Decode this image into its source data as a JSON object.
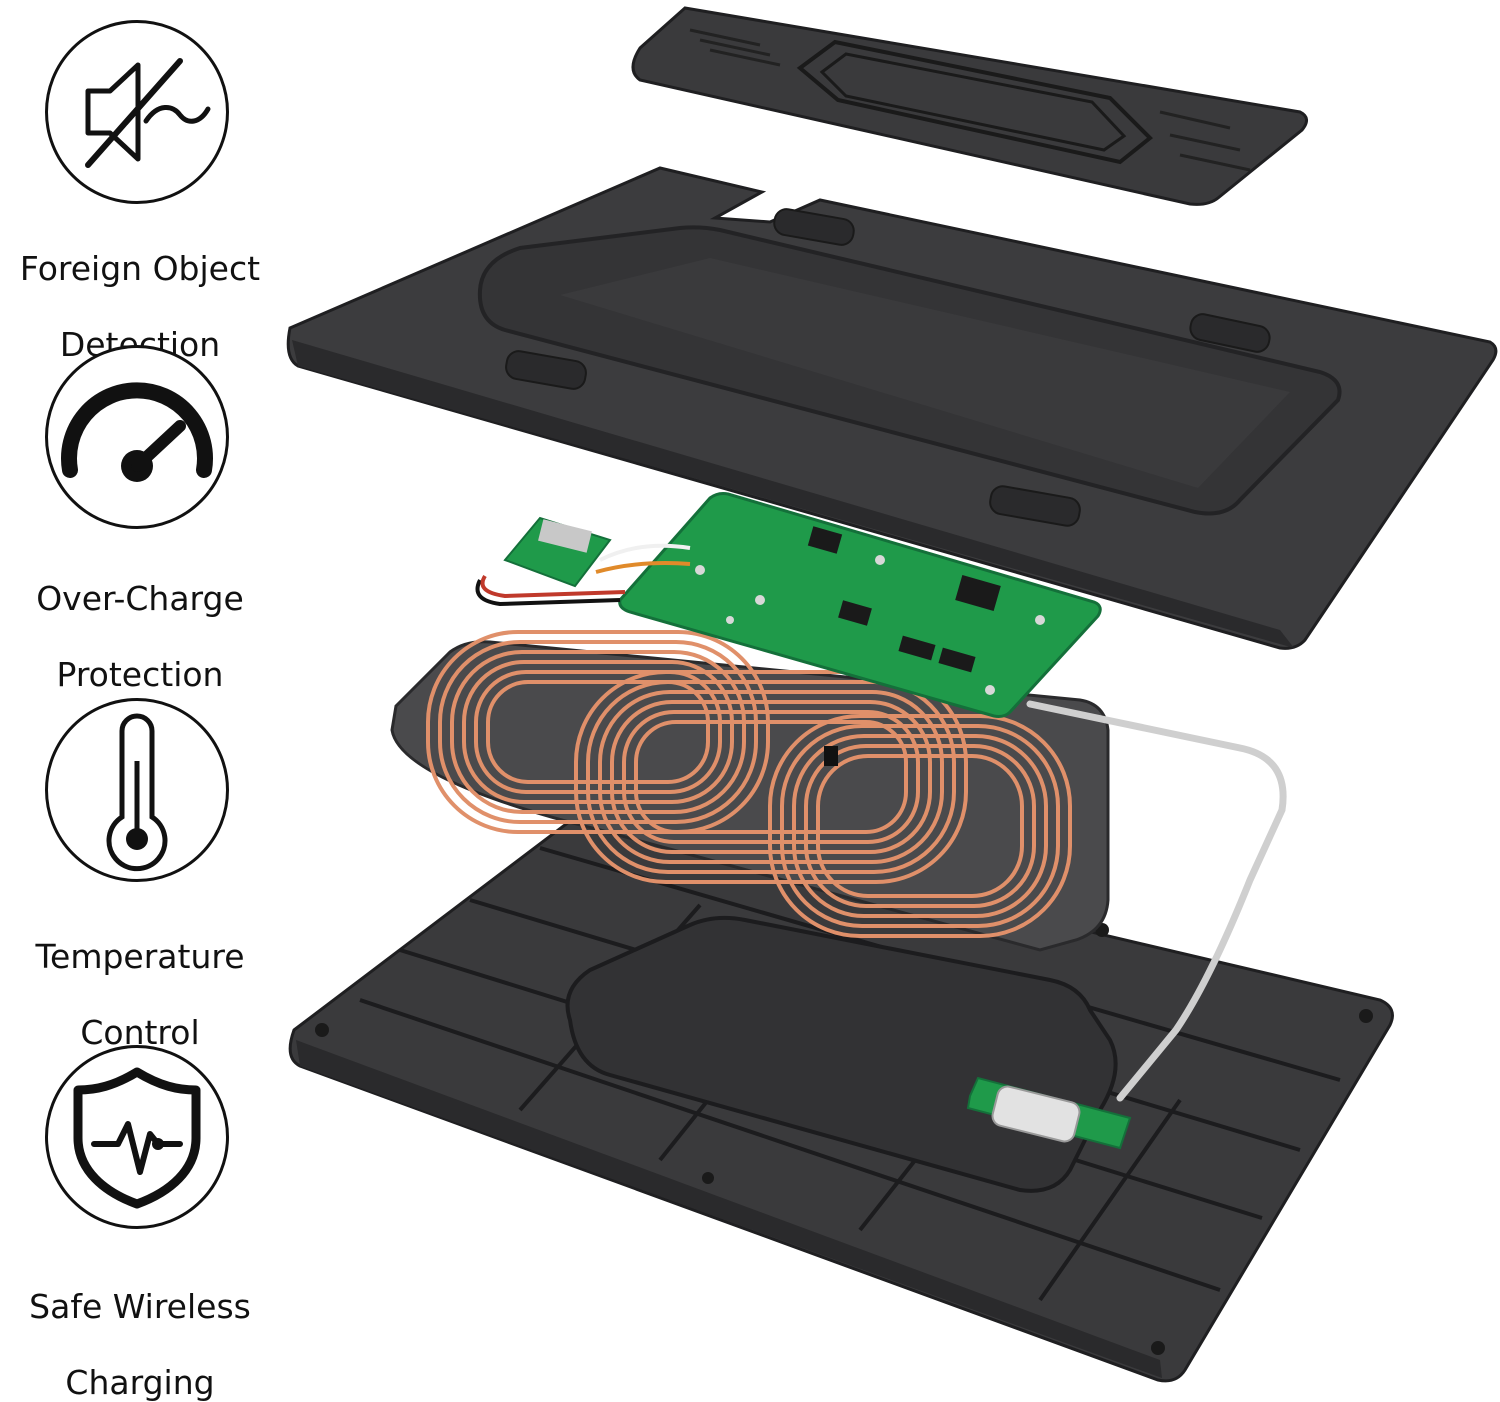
{
  "features": [
    {
      "id": "foreign-object",
      "icon": "muted-speaker-wave-icon",
      "line1": "Foreign Object",
      "line2": "Detection"
    },
    {
      "id": "over-charge",
      "icon": "speedometer-icon",
      "line1": "Over-Charge",
      "line2": "Protection"
    },
    {
      "id": "temperature",
      "icon": "thermometer-icon",
      "line1": "Temperature",
      "line2": "Control"
    },
    {
      "id": "safe-charging",
      "icon": "shield-heartbeat-icon",
      "line1": "Safe Wireless",
      "line2": "Charging"
    }
  ],
  "colors": {
    "icon_stroke": "#111111",
    "case_dark": "#3a3a3c",
    "case_edge": "#1f1f21",
    "pcb_green": "#1f9a4a",
    "coil_copper": "#e0906a",
    "cable_gray": "#cfcfcf"
  }
}
